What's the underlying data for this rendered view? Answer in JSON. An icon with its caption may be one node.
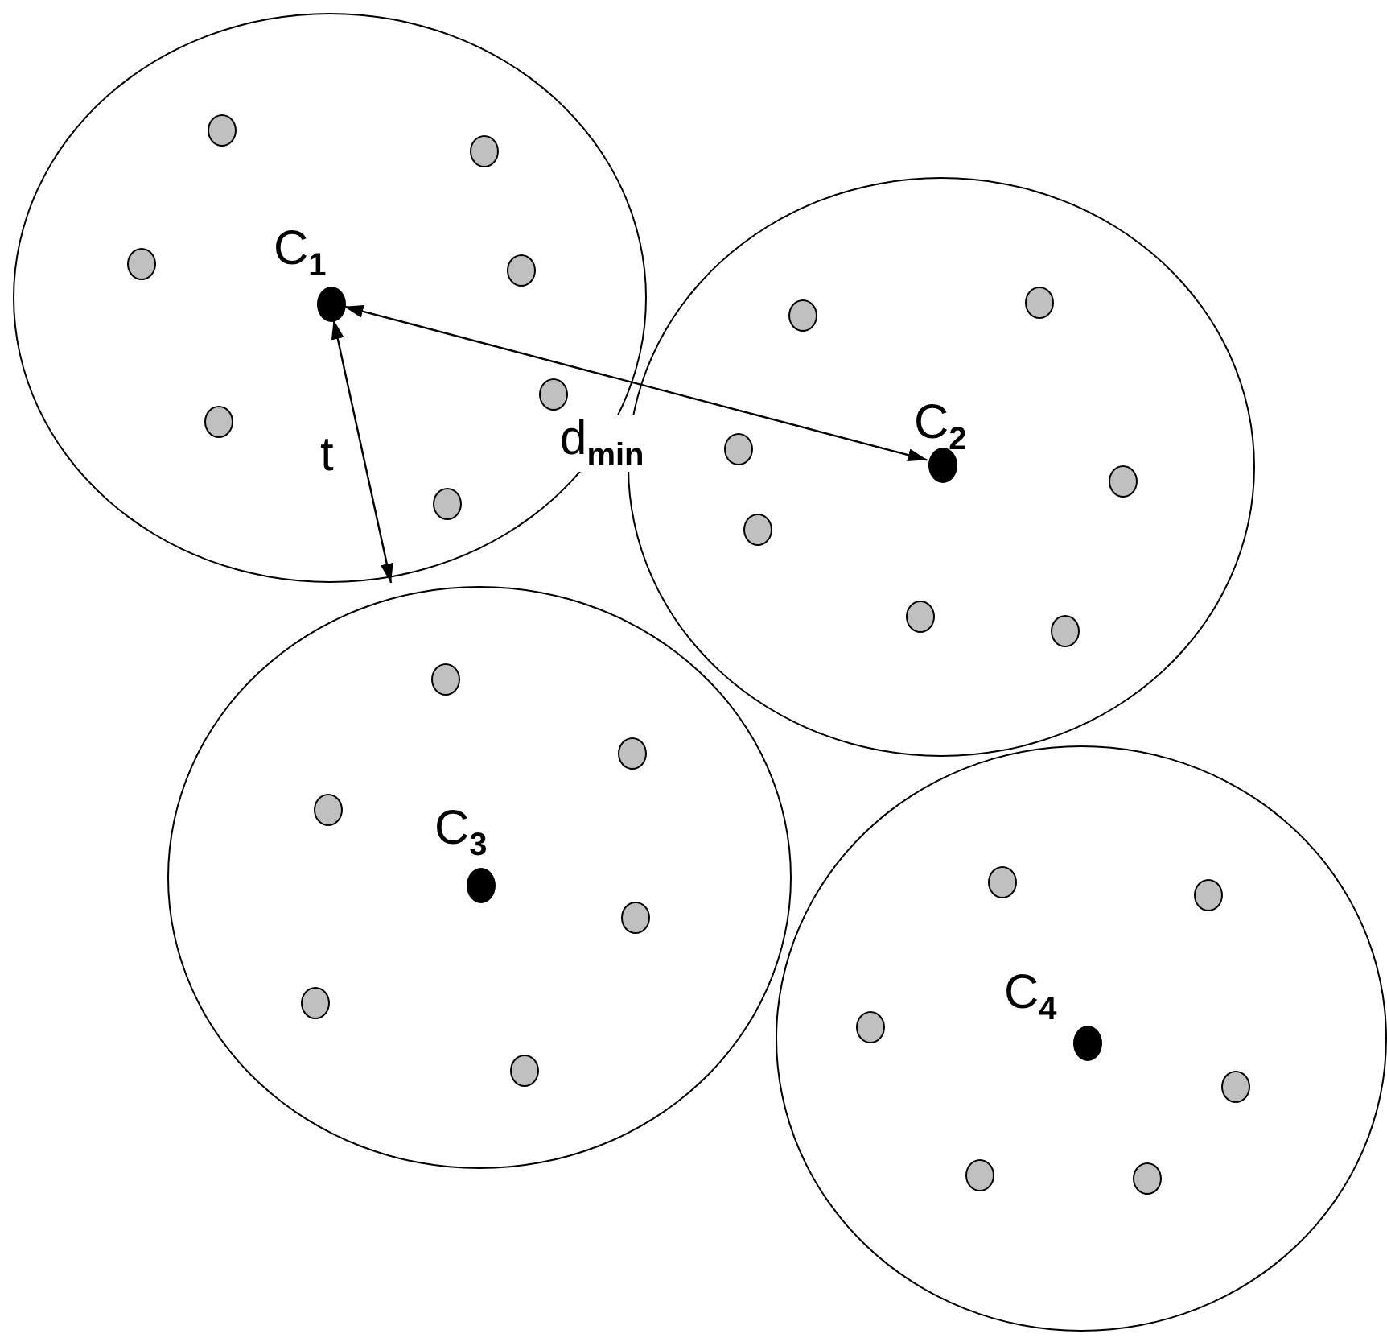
{
  "diagram": {
    "nodes": [
      {
        "text": [],
        "shape": "circle"
      },
      {
        "text": [],
        "shape": "circle",
        "in": 0,
        "beside": [
          "C$_{1}$"
        ]
      },
      {
        "text": [],
        "shape": "circle",
        "in": 0
      },
      {
        "text": [],
        "shape": "circle",
        "in": 0
      },
      {
        "text": [],
        "shape": "circle",
        "in": 0
      },
      {
        "text": [],
        "shape": "circle",
        "in": 0
      },
      {
        "text": [],
        "shape": "circle",
        "in": 0
      },
      {
        "text": [],
        "shape": "circle",
        "in": 0
      },
      {
        "text": [],
        "shape": "circle",
        "in": 0
      },
      {
        "text": [],
        "shape": "circle"
      },
      {
        "text": [],
        "shape": "circle",
        "in": 9,
        "beside": [
          "C$_{2}$"
        ]
      },
      {
        "text": [],
        "shape": "circle",
        "in": 9
      },
      {
        "text": [],
        "shape": "circle",
        "in": 9
      },
      {
        "text": [],
        "shape": "circle",
        "in": 9
      },
      {
        "text": [],
        "shape": "circle",
        "in": 9
      },
      {
        "text": [],
        "shape": "circle",
        "in": 9
      },
      {
        "text": [],
        "shape": "circle",
        "in": 9
      },
      {
        "text": [],
        "shape": "circle",
        "in": 9
      },
      {
        "text": [],
        "shape": "circle"
      },
      {
        "text": [],
        "shape": "circle",
        "in": 18,
        "beside": [
          "C$_{3}$"
        ]
      },
      {
        "text": [],
        "shape": "circle",
        "in": 18
      },
      {
        "text": [],
        "shape": "circle",
        "in": 18
      },
      {
        "text": [],
        "shape": "circle",
        "in": 18
      },
      {
        "text": [],
        "shape": "circle",
        "in": 18
      },
      {
        "text": [],
        "shape": "circle",
        "in": 18
      },
      {
        "text": [],
        "shape": "circle",
        "in": 18
      },
      {
        "text": [],
        "shape": "circle"
      },
      {
        "text": [],
        "shape": "circle",
        "in": 26,
        "beside": [
          "C$_{4}$"
        ]
      },
      {
        "text": [],
        "shape": "circle",
        "in": 26
      },
      {
        "text": [],
        "shape": "circle",
        "in": 26
      },
      {
        "text": [],
        "shape": "circle",
        "in": 26
      },
      {
        "text": [],
        "shape": "circle",
        "in": 26
      },
      {
        "text": [],
        "shape": "circle",
        "in": 26
      },
      {
        "text": [],
        "shape": "circle",
        "in": 26
      }
    ],
    "edges": [
      {
        "from": 1,
        "to": 10,
        "arrow": "both",
        "label": "d$_{min}$"
      },
      {
        "from": 1,
        "to": null,
        "arrow": "both",
        "label": "t"
      }
    ]
  }
}
